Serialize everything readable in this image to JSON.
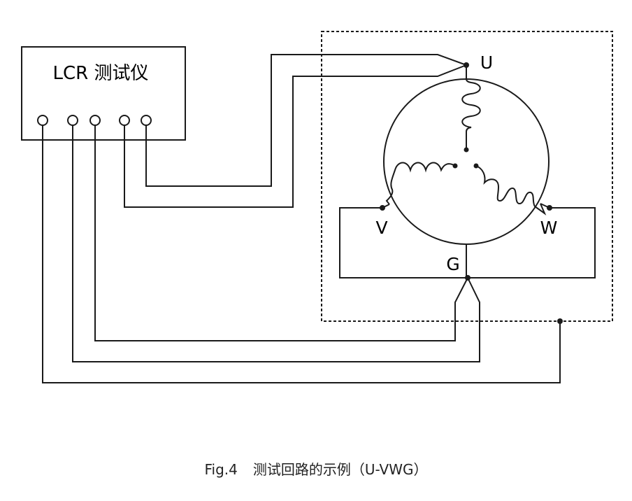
{
  "instrument": {
    "label": "LCR 测试仪"
  },
  "terminals": {
    "u": "U",
    "v": "V",
    "w": "W",
    "g": "G"
  },
  "caption": {
    "figure": "Fig.4",
    "text": "测试回路的示例（U-VWG）"
  },
  "colors": {
    "line": "#1a1a1a",
    "background": "#ffffff"
  }
}
